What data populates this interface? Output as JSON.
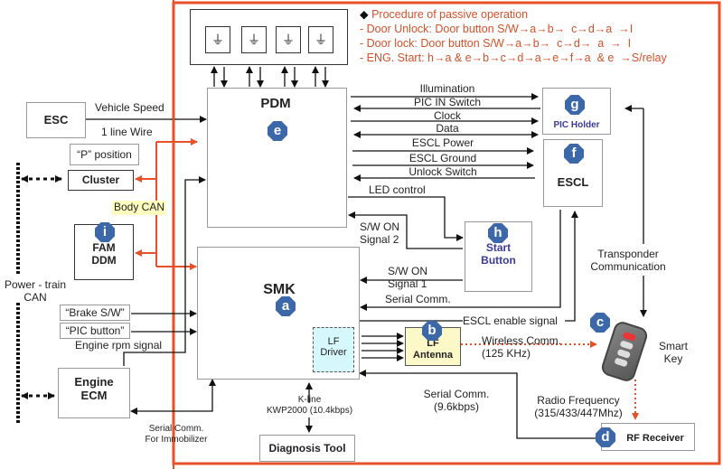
{
  "procedure": {
    "title": "Procedure of passive operation",
    "lines": [
      "- Door Unlock: Door button S/W→a→b→  c→d→a  →I",
      "- Door lock: Door button S/W→a→b→  c→d→  a  →  I",
      "- ENG. Start: h→a & e→b→c→d→a→e→f→a  & e  →S/relay"
    ]
  },
  "modules": {
    "pdm": {
      "label": "PDM",
      "badge": "e"
    },
    "smk": {
      "label": "SMK",
      "badge": "a"
    },
    "lf_driver": {
      "label": "LF\nDriver"
    },
    "lf_antenna": {
      "label": "LF\nAntenna",
      "badge": "b"
    },
    "smart_key": {
      "label": "Smart\nKey",
      "badge": "c"
    },
    "rf_receiver": {
      "label": "RF Receiver",
      "badge": "d"
    },
    "escl": {
      "label": "ESCL",
      "badge": "f"
    },
    "pic_holder": {
      "label": "PIC Holder",
      "badge": "g"
    },
    "start_button": {
      "label": "Start\nButton",
      "badge": "h"
    },
    "fam_ddm": {
      "label": "FAM\nDDM",
      "badge": "i"
    },
    "esc": {
      "label": "ESC"
    },
    "cluster": {
      "label": "Cluster"
    },
    "engine_ecm": {
      "label": "Engine\nECM"
    },
    "diagnosis_tool": {
      "label": "Diagnosis Tool"
    },
    "p_position": {
      "label": "“P” position"
    },
    "brake_sw": {
      "label": "“Brake S/W”"
    },
    "pic_button": {
      "label": "“PIC button”"
    }
  },
  "signals": {
    "vehicle_speed": "Vehicle Speed",
    "one_line_wire": "1 line Wire",
    "body_can": "Body CAN",
    "powertrain_can": "Power - train\nCAN",
    "engine_rpm": "Engine rpm signal",
    "serial_immobilizer": "Serial Comm.\nFor Immobilizer",
    "kline": "K-line\nKWP2000 (10.4kbps)",
    "illumination": "Illumination",
    "pic_in_switch": "PIC IN Switch",
    "clock": "Clock",
    "data": "Data",
    "escl_power": "ESCL Power",
    "escl_ground": "ESCL Ground",
    "unlock_switch": "Unlock Switch",
    "led_control": "LED control",
    "sw_on_2": "S/W ON\nSignal 2",
    "sw_on_1": "S/W ON\nSignal 1",
    "serial_comm": "Serial Comm.",
    "escl_enable": "ESCL enable signal",
    "wireless": "Wireless Comm.\n(125 KHz)",
    "transponder": "Transponder\nCommunication",
    "radio_frequency": "Radio Frequency\n(315/433/447Mhz)",
    "serial_96": "Serial Comm.\n(9.6kbps)"
  },
  "colors": {
    "accent_red": "#e8502a",
    "badge_blue": "#3c67a8",
    "label_purple": "#3b3a9a",
    "lf_driver_fill": "#d6f7fb",
    "lf_antenna_fill": "#fdf8c8",
    "body_can_hl": "#ffffc0",
    "procedure_text": "#d2512a"
  }
}
